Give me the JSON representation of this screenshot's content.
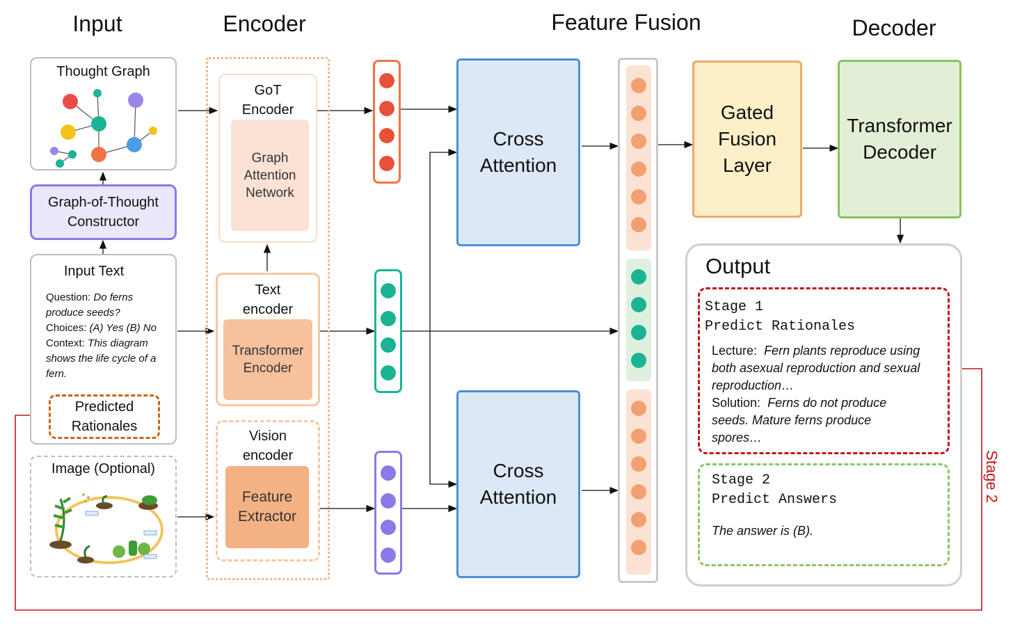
{
  "headers": {
    "input": "Input",
    "encoder": "Encoder",
    "fusion": "Feature Fusion",
    "decoder": "Decoder"
  },
  "thought_graph": {
    "title": "Thought Graph"
  },
  "got_constructor": {
    "label": "Graph-of-Thought Constructor"
  },
  "input_text": {
    "title": "Input Text",
    "question_label": "Question:",
    "question_value": "Do ferns produce seeds?",
    "choices_label": "Choices:",
    "choices_value": "(A) Yes (B) No",
    "context_label": "Context:",
    "context_value": "This diagram shows the life cycle of a fern."
  },
  "predicted_rationales": {
    "label": "Predicted Rationales"
  },
  "image": {
    "title": "Image (Optional)"
  },
  "got_encoder": {
    "title_line1": "GoT",
    "title_line2": "Encoder",
    "inner": "Graph Attention Network"
  },
  "text_encoder": {
    "title_line1": "Text",
    "title_line2": "encoder",
    "inner": "Transformer Encoder"
  },
  "vision_encoder": {
    "title_line1": "Vision",
    "title_line2": "encoder",
    "inner": "Feature Extractor"
  },
  "cross_attention_top": {
    "line1": "Cross",
    "line2": "Attention"
  },
  "cross_attention_bottom": {
    "line1": "Cross",
    "line2": "Attention"
  },
  "gated_fusion": {
    "line1": "Gated",
    "line2": "Fusion",
    "line3": "Layer"
  },
  "transformer_decoder": {
    "line1": "Transformer",
    "line2": "Decoder"
  },
  "output": {
    "title": "Output",
    "stage1": {
      "line1": "Stage 1",
      "line2": "Predict Rationales",
      "lecture_label": "Lecture:",
      "lecture_text": "Fern plants reproduce using both asexual reproduction and sexual reproduction…",
      "solution_label": "Solution:",
      "solution_text": "Ferns do not produce seeds. Mature ferns produce spores…"
    },
    "stage2": {
      "line1": "Stage 2",
      "line2": "Predict Answers",
      "answer": "The answer is (B)."
    }
  },
  "stage2_loop": {
    "label": "Stage 2"
  },
  "colors": {
    "got_vector": "#e8503a",
    "text_vector": "#1bb394",
    "vision_vector": "#8a79e6",
    "cross_attention_fill": "#dde8f6",
    "cross_attention_border": "#4a90d9",
    "gated_fill": "#fdefc8",
    "gated_border": "#f0a868",
    "decoder_fill": "#e2efd6",
    "decoder_border": "#84c55a",
    "stage1_border": "#c0141b",
    "stage2_border": "#8cc46a",
    "loop_line": "#c0141b"
  }
}
